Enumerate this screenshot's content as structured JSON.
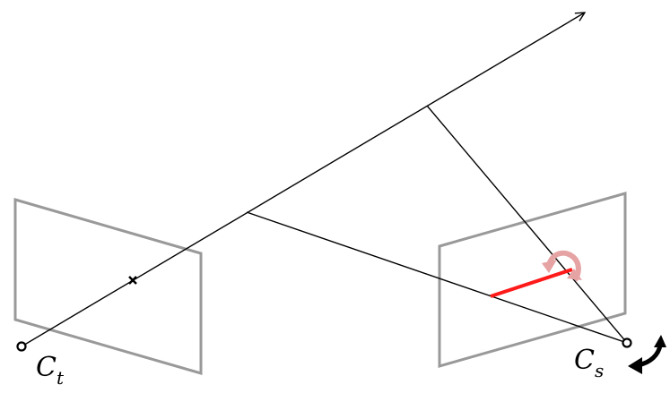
{
  "labels": {
    "target_camera": {
      "main": "C",
      "sub": "t"
    },
    "source_camera": {
      "main": "C",
      "sub": "s"
    }
  },
  "colors": {
    "background": "#ffffff",
    "ray": "#000000",
    "image_plane": "#999999",
    "epipolar_segment": "#ff1a1a",
    "rotation_arrow_light": "#e6a3a3",
    "rotation_arrow_dark": "#000000"
  },
  "icons": {
    "camera_center": "circle-icon",
    "projection_point": "cross-icon",
    "ray_head": "arrow-head-icon",
    "rotation": "curved-double-arrow-icon"
  }
}
